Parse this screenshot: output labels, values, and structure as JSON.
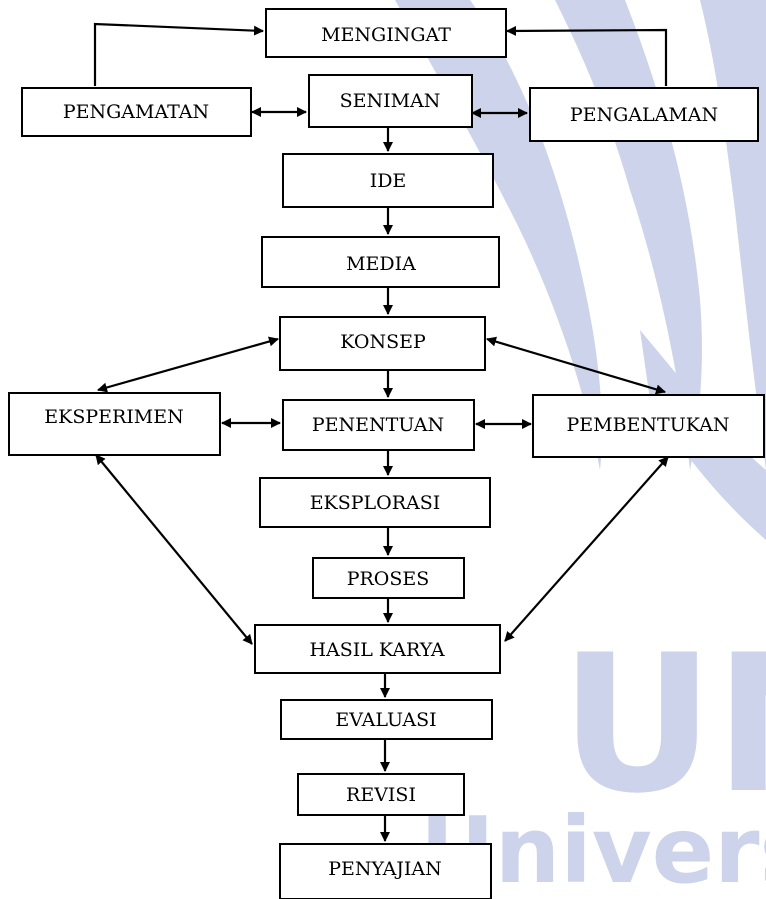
{
  "watermark": {
    "brand_color": "#ccd3ea",
    "letters": "UN",
    "text": "Universitas N"
  },
  "nodes": {
    "mengingat": "MENGINGAT",
    "pengamatan": "PENGAMATAN",
    "seniman": "SENIMAN",
    "pengalaman": "PENGALAMAN",
    "ide": "IDE",
    "media": "MEDIA",
    "konsep": "KONSEP",
    "eksperimen": "EKSPERIMEN",
    "penentuan": "PENENTUAN",
    "pembentukan": "PEMBENTUKAN",
    "eksplorasi": "EKSPLORASI",
    "proses": "PROSES",
    "hasil_karya": "HASIL KARYA",
    "evaluasi": "EVALUASI",
    "revisi": "REVISI",
    "penyajian": "PENYAJIAN"
  }
}
